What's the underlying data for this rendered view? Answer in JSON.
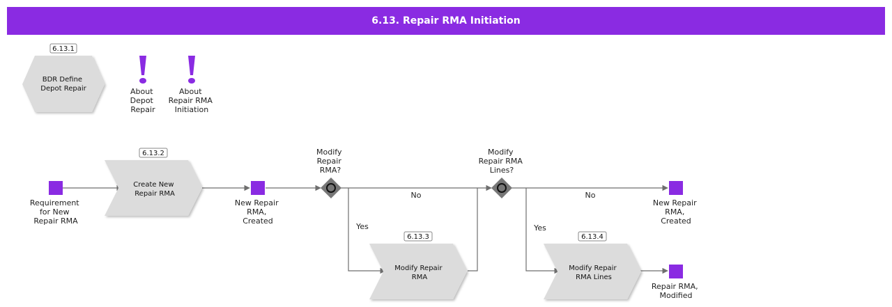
{
  "title": "6.13. Repair RMA Initiation",
  "colors": {
    "accent": "#8a2be2",
    "shape_fill": "#dcdcdc",
    "gateway": "#777777",
    "line": "#6e6e6e"
  },
  "process_interface": {
    "id": "6.13.1",
    "label": [
      "BDR Define",
      "Depot Repair"
    ]
  },
  "notes": [
    {
      "icon": "exclamation-icon",
      "label": [
        "About",
        "Depot",
        "Repair"
      ]
    },
    {
      "icon": "exclamation-icon",
      "label": [
        "About",
        "Repair RMA",
        "Initiation"
      ]
    }
  ],
  "events": [
    {
      "label": [
        "Requirement",
        "for New",
        "Repair RMA"
      ]
    },
    {
      "label": [
        "New Repair",
        "RMA,",
        "Created"
      ]
    },
    {
      "label": [
        "New Repair",
        "RMA,",
        "Created"
      ]
    },
    {
      "label": [
        "Repair RMA,",
        "Modified"
      ]
    }
  ],
  "functions": [
    {
      "id": "6.13.2",
      "label": [
        "Create New",
        "Repair RMA"
      ]
    },
    {
      "id": "6.13.3",
      "label": [
        "Modify Repair",
        "RMA"
      ]
    },
    {
      "id": "6.13.4",
      "label": [
        "Modify Repair",
        "RMA Lines"
      ]
    }
  ],
  "gateways": [
    {
      "label": [
        "Modify",
        "Repair",
        "RMA?"
      ]
    },
    {
      "label": [
        "Modify",
        "Repair RMA",
        "Lines?"
      ]
    }
  ],
  "branches": {
    "no": "No",
    "yes": "Yes"
  }
}
